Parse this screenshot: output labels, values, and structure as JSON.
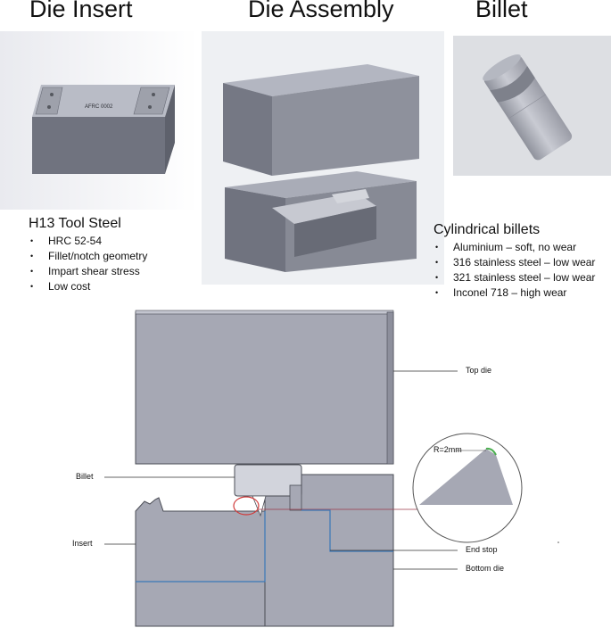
{
  "titles": {
    "die_insert": "Die Insert",
    "die_assembly": "Die Assembly",
    "billet": "Billet"
  },
  "insert_panel": {
    "material": "H13 Tool Steel",
    "marking": "AFRC 0002",
    "bullets": [
      "HRC 52-54",
      "Fillet/notch geometry",
      "Impart shear stress",
      "Low cost"
    ]
  },
  "billet_panel": {
    "heading": "Cylindrical billets",
    "bullets": [
      "Aluminium – soft, no wear",
      "316 stainless steel – low wear",
      "321 stainless steel – low wear",
      "Inconel 718 – high wear"
    ]
  },
  "cross_section": {
    "labels": {
      "top_die": "Top die",
      "billet": "Billet",
      "insert": "Insert",
      "end_stop": "End stop",
      "bottom_die": "Bottom die",
      "radius": "R=2mm"
    }
  },
  "colors": {
    "steel": "#a6a8b4",
    "steel_dark": "#8d8f9c",
    "steel_light": "#c3c5cf",
    "highlight_circle": "#d13a3a",
    "split_line": "#3a78b8",
    "radius_mark": "#4caf50"
  }
}
